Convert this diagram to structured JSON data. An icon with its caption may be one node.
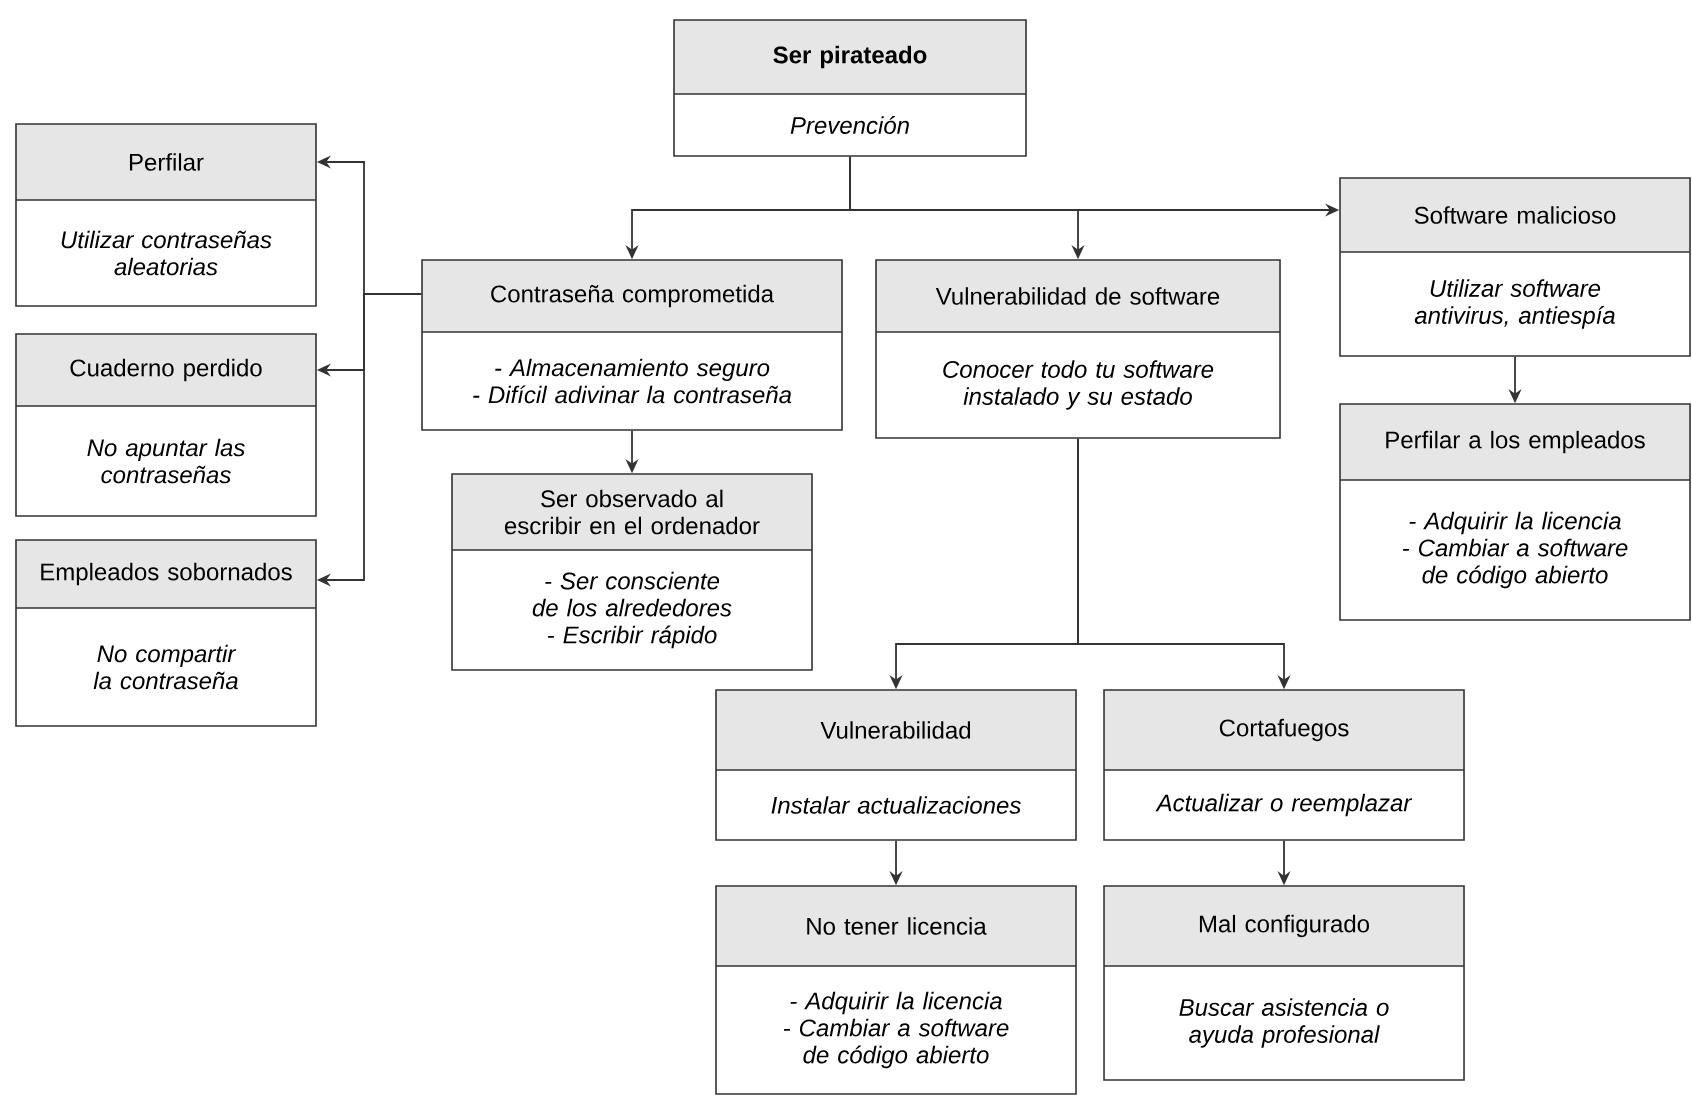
{
  "diagram": {
    "nodes": [
      {
        "text": [
          "Ser pirateado",
          "Prevención"
        ]
      },
      {
        "text": [
          "Contraseña comprometida",
          "- Almacenamiento seguro",
          "- Difícil adivinar la contraseña"
        ]
      },
      {
        "text": [
          "Vulnerabilidad de software",
          "Conocer todo tu software instalado y su estado"
        ]
      },
      {
        "text": [
          "Software malicioso",
          "Utilizar software antivirus, antiespía"
        ]
      },
      {
        "text": [
          "Perfilar",
          "Utilizar contraseñas aleatorias"
        ]
      },
      {
        "text": [
          "Cuaderno perdido",
          "No apuntar las contraseñas"
        ]
      },
      {
        "text": [
          "Empleados sobornados",
          "No compartir la contraseña"
        ]
      },
      {
        "text": [
          "Ser observado al escribir en el ordenador",
          "- Ser consciente de los alrededores",
          "- Escribir rápido"
        ]
      },
      {
        "text": [
          "Perfilar a los empleados",
          "- Adquirir la licencia",
          "- Cambiar a software de código abierto"
        ]
      },
      {
        "text": [
          "Vulnerabilidad",
          "Instalar actualizaciones"
        ]
      },
      {
        "text": [
          "Cortafuegos",
          "Actualizar o reemplazar"
        ]
      },
      {
        "text": [
          "No tener licencia",
          "- Adquirir la licencia",
          "- Cambiar a software de código abierto"
        ]
      },
      {
        "text": [
          "Mal configurado",
          "Buscar asistencia o ayuda profesional"
        ]
      }
    ],
    "edges": [
      {
        "from": 0,
        "to": 1,
        "arrow": "to"
      },
      {
        "from": 0,
        "to": 2,
        "arrow": "to"
      },
      {
        "from": 0,
        "to": 3,
        "arrow": "to"
      },
      {
        "from": 1,
        "to": 4,
        "arrow": "to"
      },
      {
        "from": 1,
        "to": 5,
        "arrow": "to"
      },
      {
        "from": 1,
        "to": 6,
        "arrow": "to"
      },
      {
        "from": 1,
        "to": 7,
        "arrow": "to"
      },
      {
        "from": 3,
        "to": 8,
        "arrow": "to"
      },
      {
        "from": 2,
        "to": 9,
        "arrow": "to"
      },
      {
        "from": 2,
        "to": 10,
        "arrow": "to"
      },
      {
        "from": 9,
        "to": 11,
        "arrow": "to"
      },
      {
        "from": 10,
        "to": 12,
        "arrow": "to"
      }
    ]
  }
}
